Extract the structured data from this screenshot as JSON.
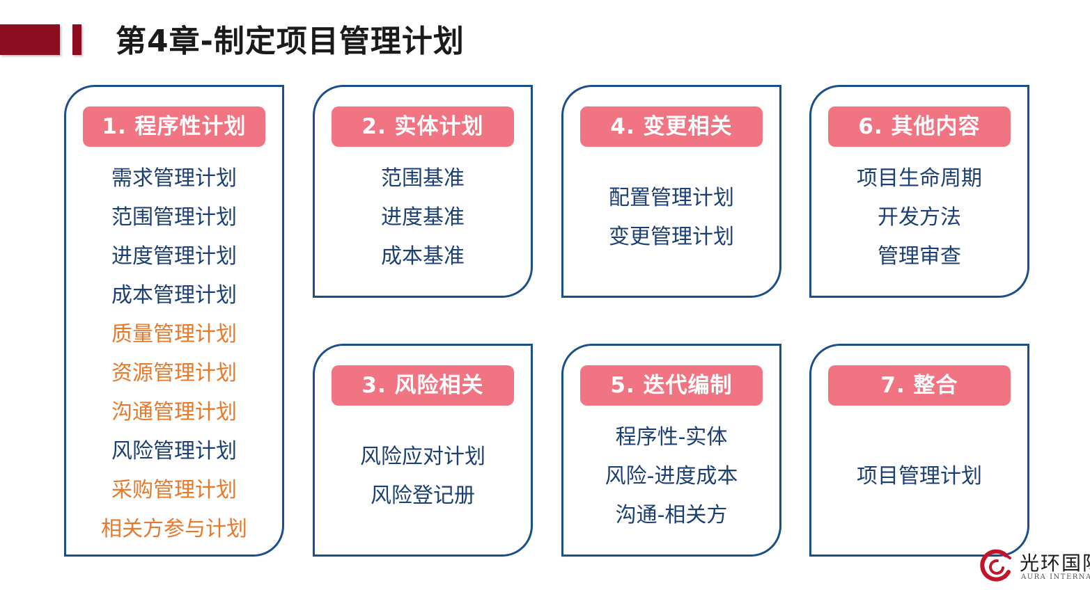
{
  "title": "第4章-制定项目管理计划",
  "cards": [
    {
      "id": "procedural",
      "header": "1. 程序性计划",
      "items": [
        "需求管理计划",
        "范围管理计划",
        "进度管理计划",
        "成本管理计划",
        "质量管理计划",
        "资源管理计划",
        "沟通管理计划",
        "风险管理计划",
        "采购管理计划",
        "相关方参与计划"
      ]
    },
    {
      "id": "entity",
      "header": "2. 实体计划",
      "items": [
        "范围基准",
        "进度基准",
        "成本基准"
      ]
    },
    {
      "id": "risk",
      "header": "3. 风险相关",
      "items": [
        "风险应对计划",
        "风险登记册"
      ]
    },
    {
      "id": "change",
      "header": "4. 变更相关",
      "items": [
        "配置管理计划",
        "变更管理计划"
      ]
    },
    {
      "id": "iteration",
      "header": "5. 迭代编制",
      "items": [
        "程序性-实体",
        "风险-进度成本",
        "沟通-相关方"
      ]
    },
    {
      "id": "other",
      "header": "6. 其他内容",
      "items": [
        "项目生命周期",
        "开发方法",
        "管理审查"
      ]
    },
    {
      "id": "integration",
      "header": "7. 整合",
      "items": [
        "项目管理计划"
      ]
    }
  ],
  "colors": {
    "accent_bar": "#8b0d1f",
    "card_border": "#1b4f8a",
    "header_fill": "#f07482",
    "item_text": "#1b3f72",
    "item_highlight": "#e8782a"
  },
  "logo": {
    "text": "光环国际",
    "subtext": "AURA INTERNATIONAL"
  }
}
